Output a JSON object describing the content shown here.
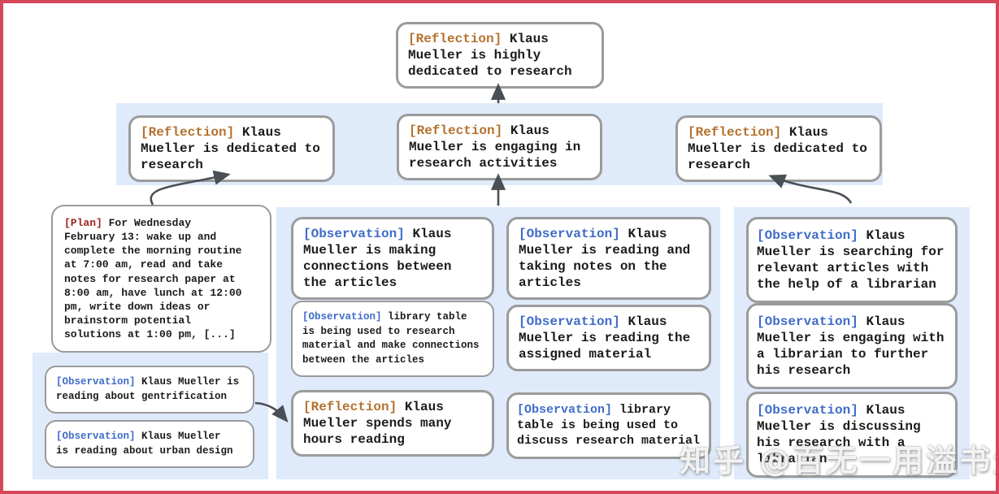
{
  "colors": {
    "frame": "#d5485a",
    "band": "#dfeafa",
    "box_border": "#9b9b9b",
    "arrow": "#4a4f55",
    "tag_reflection": "#b5722e",
    "tag_observation": "#3f6cc8",
    "tag_plan": "#9e2420",
    "text": "#1b1b1b"
  },
  "watermark": "知乎 @百无一用溢书生",
  "nodes": {
    "root": {
      "tag": "[Reflection]",
      "body": "Klaus\nMueller is highly\ndedicated to research"
    },
    "row2": [
      {
        "tag": "[Reflection]",
        "body": "Klaus\nMueller is dedicated to\nresearch"
      },
      {
        "tag": "[Reflection]",
        "body": "Klaus\nMueller is engaging in\nresearch activities"
      },
      {
        "tag": "[Reflection]",
        "body": "Klaus\nMueller is dedicated to\nresearch"
      }
    ],
    "plan": {
      "tag": "[Plan]",
      "body": "For Wednesday\nFebruary 13: wake up and\ncomplete the morning routine\nat 7:00 am, read and take\nnotes for research paper at\n8:00 am, have lunch at 12:00\npm, write down ideas or\nbrainstorm potential\nsolutions at 1:00 pm, [...]"
    },
    "left_obs": [
      {
        "tag": "[Observation]",
        "body": "Klaus Mueller is\nreading about gentrification"
      },
      {
        "tag": "[Observation]",
        "body": "Klaus Mueller\nis reading about urban design"
      }
    ],
    "mid_col1": [
      {
        "tag": "[Observation]",
        "body": "Klaus\nMueller is making\nconnections between\nthe articles"
      },
      {
        "tag": "[Observation]",
        "body": "library table\nis being used to research\nmaterial and make connections\nbetween the articles"
      },
      {
        "tag": "[Reflection]",
        "body": "Klaus\nMueller spends many\nhours reading"
      }
    ],
    "mid_col2": [
      {
        "tag": "[Observation]",
        "body": "Klaus\nMueller is reading and\ntaking notes on the\narticles"
      },
      {
        "tag": "[Observation]",
        "body": "Klaus\nMueller is reading the\nassigned material"
      },
      {
        "tag": "[Observation]",
        "body": "library\ntable is being used to\ndiscuss research material"
      }
    ],
    "right_col": [
      {
        "tag": "[Observation]",
        "body": "Klaus\nMueller is searching for\nrelevant articles with\nthe help of a librarian"
      },
      {
        "tag": "[Observation]",
        "body": "Klaus\nMueller is engaging with\na librarian to further\nhis research"
      },
      {
        "tag": "[Observation]",
        "body": "Klaus\nMueller is discussing\nhis research with a\nlibrarian"
      }
    ]
  }
}
